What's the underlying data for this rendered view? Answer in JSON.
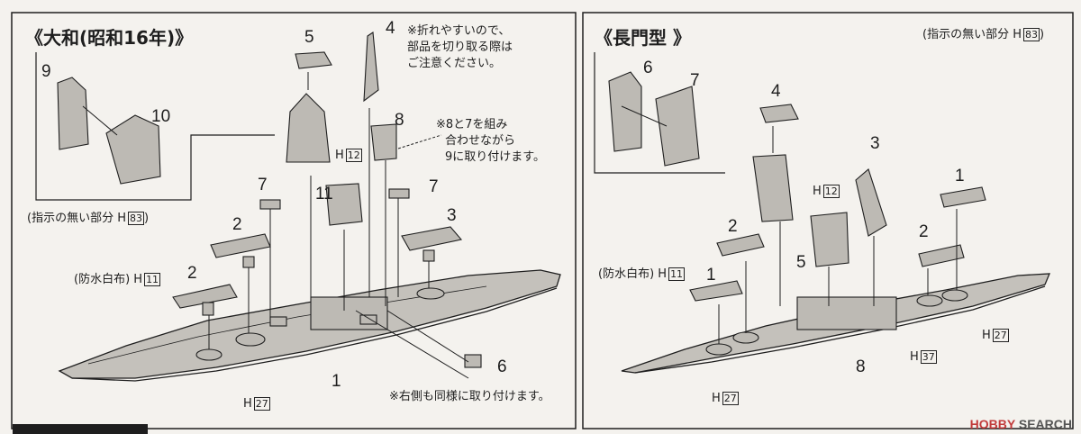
{
  "left": {
    "title": "《大和(昭和16年)》",
    "note_fragile": "※折れやすいので、部品を切り取る際はご注意ください。",
    "note_fragile_lines": [
      "※折れやすいので、",
      "部品を切り取る際は",
      "ご注意ください。"
    ],
    "note_combine_lines": [
      "※8と7を組み",
      "合わせながら",
      "9に取り付けます。"
    ],
    "note_right_side": "※右側も同様に取り付けます。",
    "unspecified_parts": "(指示の無い部分 H",
    "unspecified_box": "83",
    "close_paren": ")",
    "waterproof": "(防水白布) H",
    "waterproof_box": "11",
    "h_prefix": "H",
    "box_12": "12",
    "box_27": "27",
    "labels": [
      "9",
      "10",
      "5",
      "4",
      "8",
      "7",
      "11",
      "7",
      "2",
      "3",
      "2",
      "1",
      "6"
    ]
  },
  "right": {
    "title": "《長門型 》",
    "unspecified_parts": "(指示の無い部分 H",
    "unspecified_box": "83",
    "close_paren": ")",
    "waterproof": "(防水白布) H",
    "waterproof_box": "11",
    "h_prefix": "H",
    "box_12": "12",
    "box_27a": "27",
    "box_37": "37",
    "box_27b": "27",
    "labels": [
      "6",
      "7",
      "4",
      "3",
      "1",
      "2",
      "5",
      "2",
      "1",
      "8"
    ]
  },
  "watermark": {
    "brand": "HOBBY",
    "suffix": " SEARCH"
  },
  "colors": {
    "ink": "#1e1e1e",
    "paper": "#f4f2ee",
    "part_fill": "#bdbab4",
    "watermark": "#c23b3b"
  }
}
